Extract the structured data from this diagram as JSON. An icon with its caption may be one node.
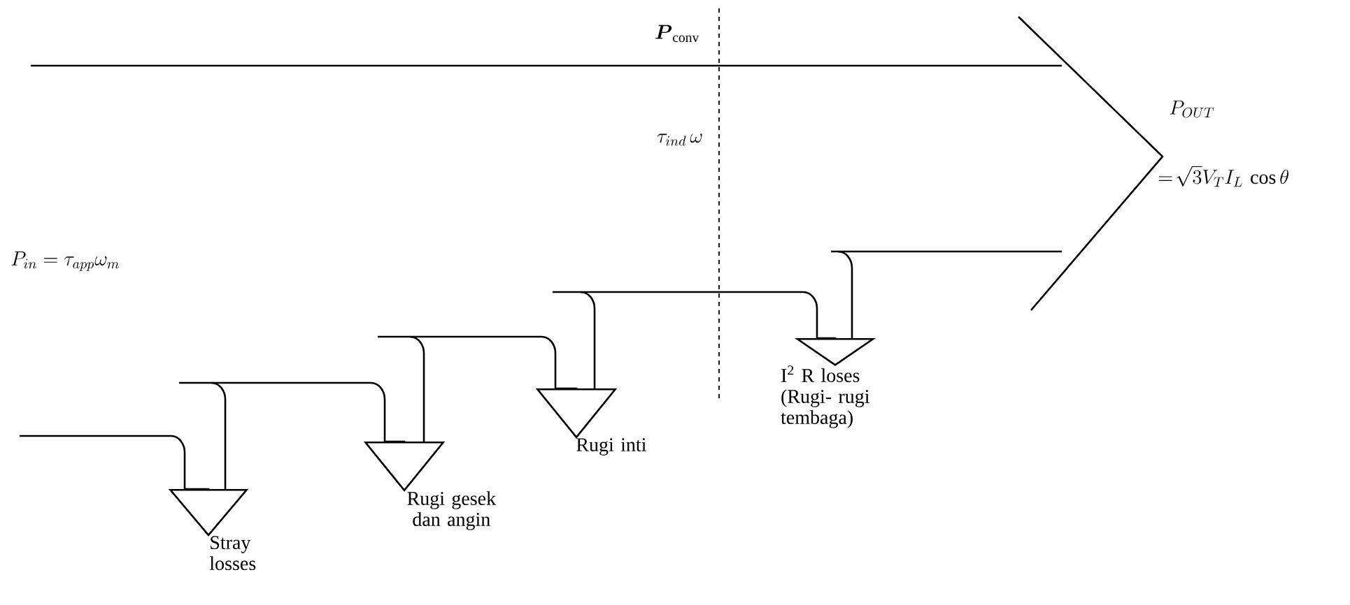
{
  "diagram": {
    "nodes": [
      {
        "text": [
          "I$^{2}$ R loses (Rugi- rugi tembaga)"
        ]
      },
      {
        "text": [
          "Rugi inti"
        ]
      },
      {
        "text": [
          "Rugi gesek dan angin"
        ]
      },
      {
        "text": [
          "Stray losses"
        ]
      }
    ],
    "edges": [
      {
        "from": null,
        "to": 0,
        "arrow": "to"
      },
      {
        "from": null,
        "to": 1,
        "arrow": "to"
      },
      {
        "from": null,
        "to": 2,
        "arrow": "to"
      },
      {
        "from": null,
        "to": 3,
        "arrow": "to"
      }
    ],
    "labels": [
      "\\boldsymbol{P}_{\\mathrm{conv}}",
      "P_{OUT}",
      "\\tau_{ind}\\,\\omega",
      "=\\!\\sqrt{3}V_{T}I_{L}\\,\\cos\\theta",
      "P_{in}=\\tau_{app}\\omega_{m}"
    ]
  }
}
